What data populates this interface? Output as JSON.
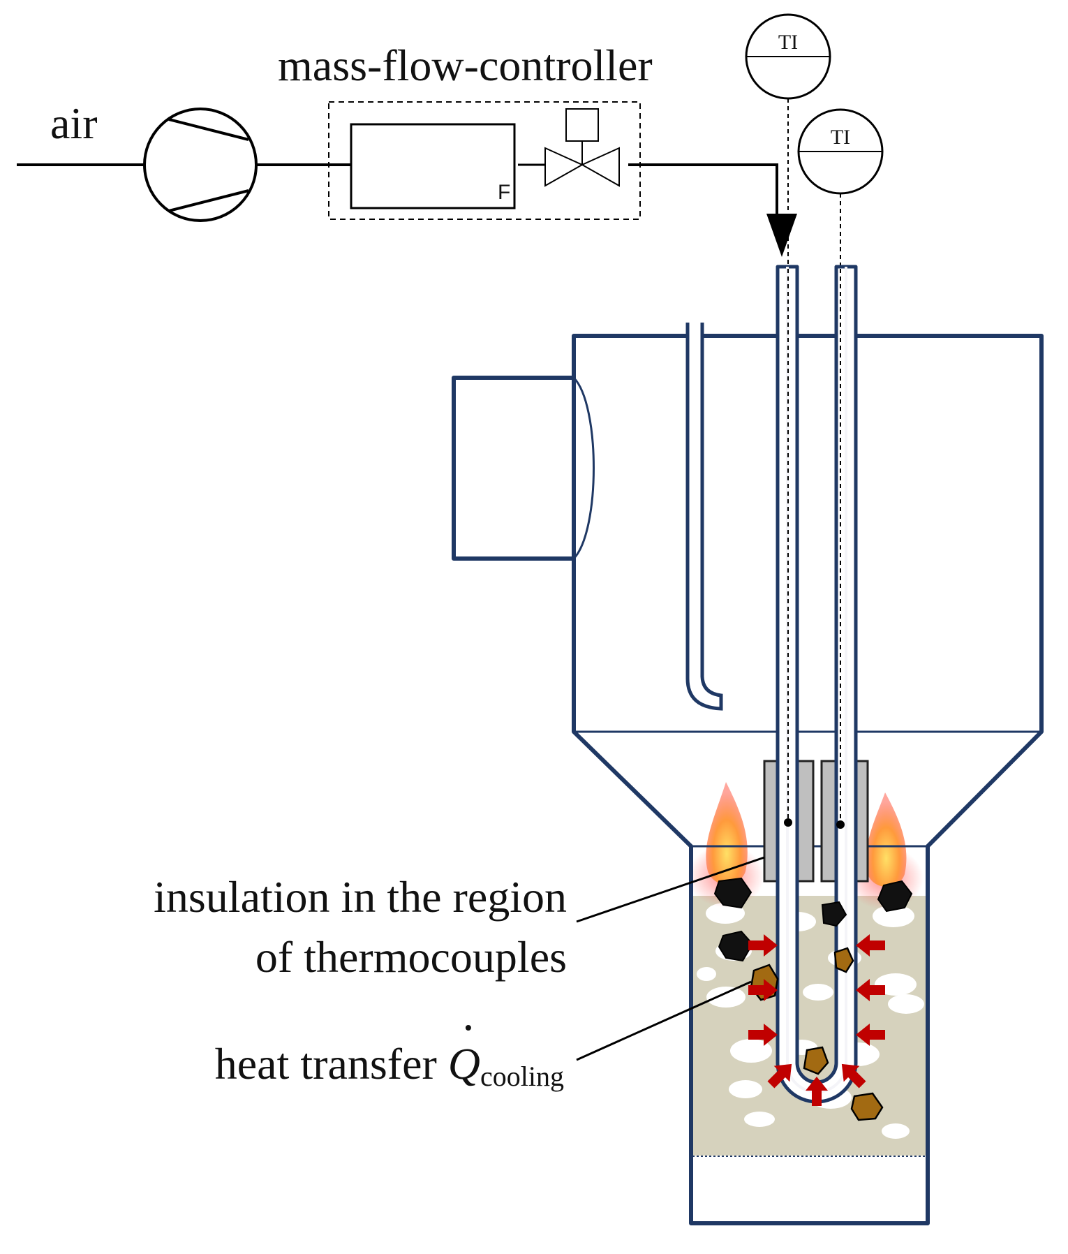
{
  "labels": {
    "air": "air",
    "mass_flow_controller": "mass-flow-controller",
    "flow_sensor_letter": "F",
    "ti_1": "TI",
    "ti_2": "TI",
    "insulation_line1": "insulation in the region",
    "insulation_line2": "of thermocouples",
    "heat_transfer_text": "heat transfer",
    "q_symbol": "Q",
    "q_subscript": "cooling"
  },
  "colors": {
    "vessel_outline": "#1f3864",
    "bed": "#d6d2bd",
    "heat_arrow": "#c00000",
    "insulation_block": "#bfbfbf",
    "char_particle": "#111111",
    "ash_particle": "#a26a12",
    "flame_outer": "#ff8a3a",
    "flame_inner": "#ffd54a"
  },
  "icons": {
    "compressor": "compressor-symbol",
    "valve": "control-valve-symbol",
    "thermocouple_indicator": "temperature-indicator-symbol",
    "flame": "flame-icon",
    "heat_arrow": "arrow-icon"
  }
}
